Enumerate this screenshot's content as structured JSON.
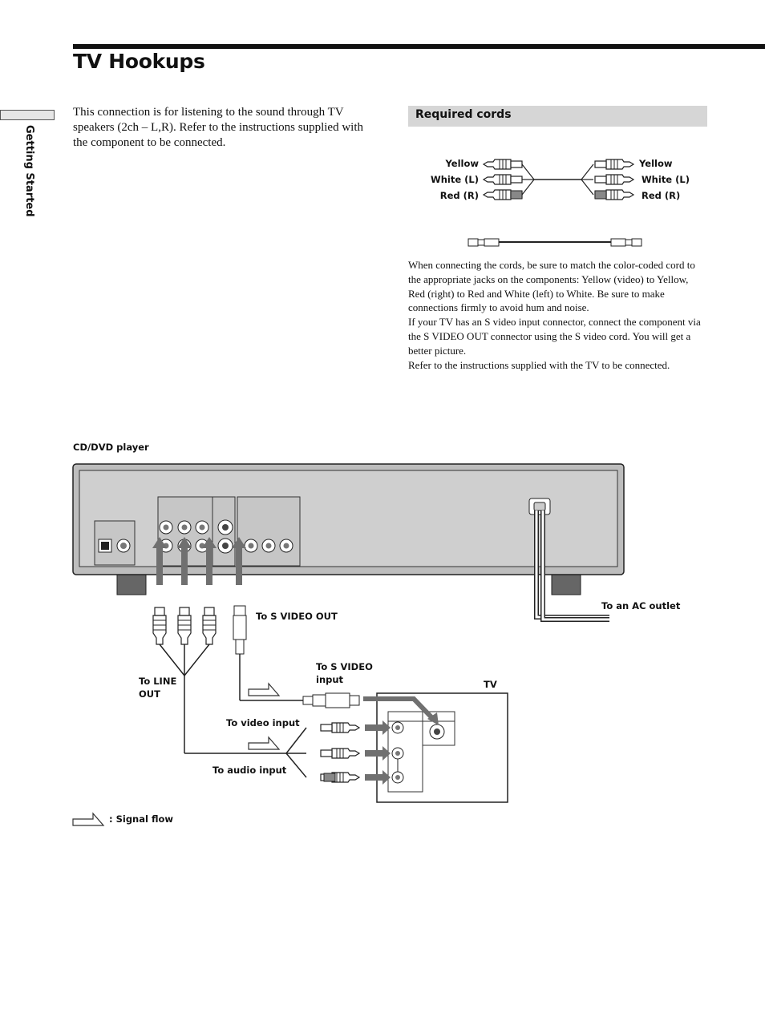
{
  "page": {
    "title": "TV Hookups",
    "side_tab_label": "Getting Started"
  },
  "intro_text": "This connection is for listening to the sound through TV speakers (2ch – L,R).  Refer to the instructions supplied with the component to be connected.",
  "required_cords": {
    "heading": "Required cords",
    "left_labels": [
      "Yellow",
      "White (L)",
      "Red (R)"
    ],
    "right_labels": [
      "Yellow",
      "White (L)",
      "Red (R)"
    ],
    "notes": [
      "When connecting the cords, be sure to match the color-coded cord to the appropriate jacks on the components: Yellow (video) to Yellow, Red (right) to Red and White (left) to White. Be sure to make connections firmly to avoid hum and noise.",
      "If your TV has an S video input connector, connect the component via the S VIDEO OUT connector using the S video cord. You will get a better picture.",
      "Refer to the instructions supplied with the TV to be connected."
    ]
  },
  "diagram": {
    "player_label": "CD/DVD player",
    "ac_outlet": "To an AC outlet",
    "s_video_out": "To S VIDEO OUT",
    "s_video_input": "To S VIDEO input",
    "line_out": "To LINE OUT",
    "tv": "TV",
    "video_input": "To video input",
    "audio_input": "To audio input",
    "legend": ": Signal flow"
  }
}
